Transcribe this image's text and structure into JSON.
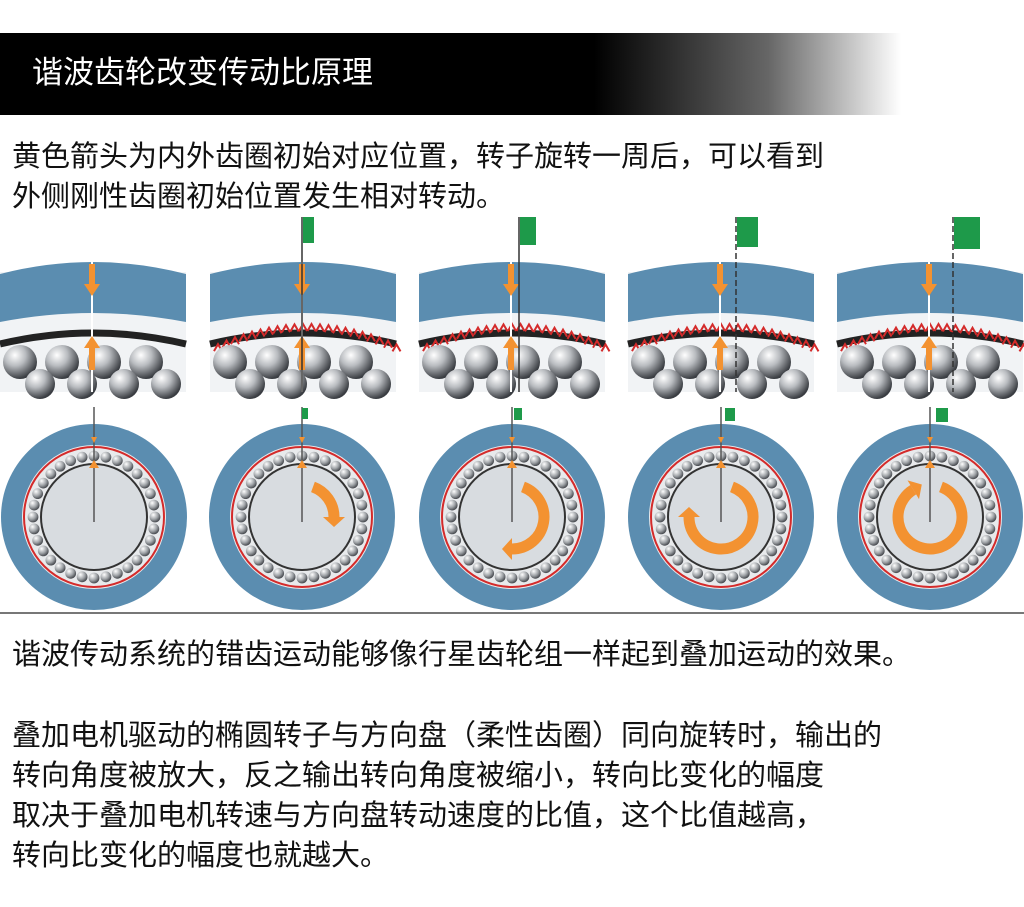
{
  "header": {
    "title": "谐波齿轮改变传动比原理"
  },
  "intro": {
    "lines": [
      "黄色箭头为内外齿圈初始对应位置，转子旋转一周后，可以看到",
      "外侧刚性齿圈初始位置发生相对转动。"
    ]
  },
  "frames": [
    {
      "stage": 0,
      "offset": 0,
      "rotation": 0
    },
    {
      "stage": 1,
      "offset": 0,
      "rotation": 0.25
    },
    {
      "stage": 2,
      "offset": 4,
      "rotation": 0.5
    },
    {
      "stage": 3,
      "offset": 8,
      "rotation": 0.75
    },
    {
      "stage": 4,
      "offset": 12,
      "rotation": 1
    }
  ],
  "colors": {
    "outer_ring": "#5B8DB0",
    "inner_disc": "#D8DCE0",
    "arrow": "#F39231",
    "flag": "#1E9A4A",
    "tooth": "#D42B2B"
  },
  "note1": {
    "text": "谐波传动系统的错齿运动能够像行星齿轮组一样起到叠加运动的效果。"
  },
  "note2": {
    "lines": [
      "叠加电机驱动的椭圆转子与方向盘（柔性齿圈）同向旋转时，输出的",
      "转向角度被放大，反之输出转向角度被缩小，转向比变化的幅度",
      "取决于叠加电机转速与方向盘转动速度的比值，这个比值越高，",
      "转向比变化的幅度也就越大。"
    ]
  }
}
